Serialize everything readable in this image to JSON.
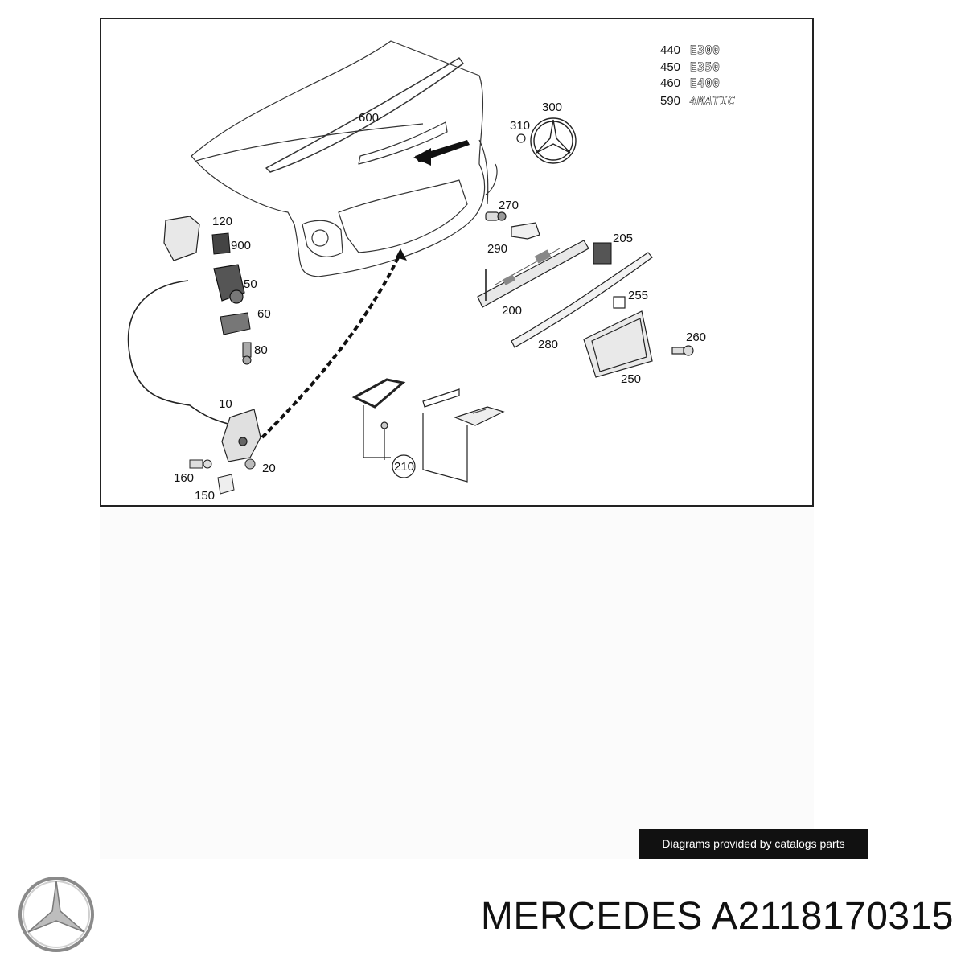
{
  "diagram": {
    "callouts": {
      "c440": "440",
      "c450": "450",
      "c460": "460",
      "c590": "590",
      "c600": "600",
      "c300": "300",
      "c310": "310",
      "c270": "270",
      "c290": "290",
      "c205": "205",
      "c200": "200",
      "c255": "255",
      "c280": "280",
      "c260": "260",
      "c250": "250",
      "c120": "120",
      "c900": "900",
      "c50": "50",
      "c60": "60",
      "c80": "80",
      "c10": "10",
      "c160": "160",
      "c150": "150",
      "c20": "20",
      "c210": "210"
    },
    "badges": {
      "e300": "E300",
      "e350": "E350",
      "e400": "E400",
      "matic": "4MATIC"
    }
  },
  "footer": {
    "credit": "Diagrams provided by catalogs parts",
    "title": "MERCEDES A2118170315"
  }
}
